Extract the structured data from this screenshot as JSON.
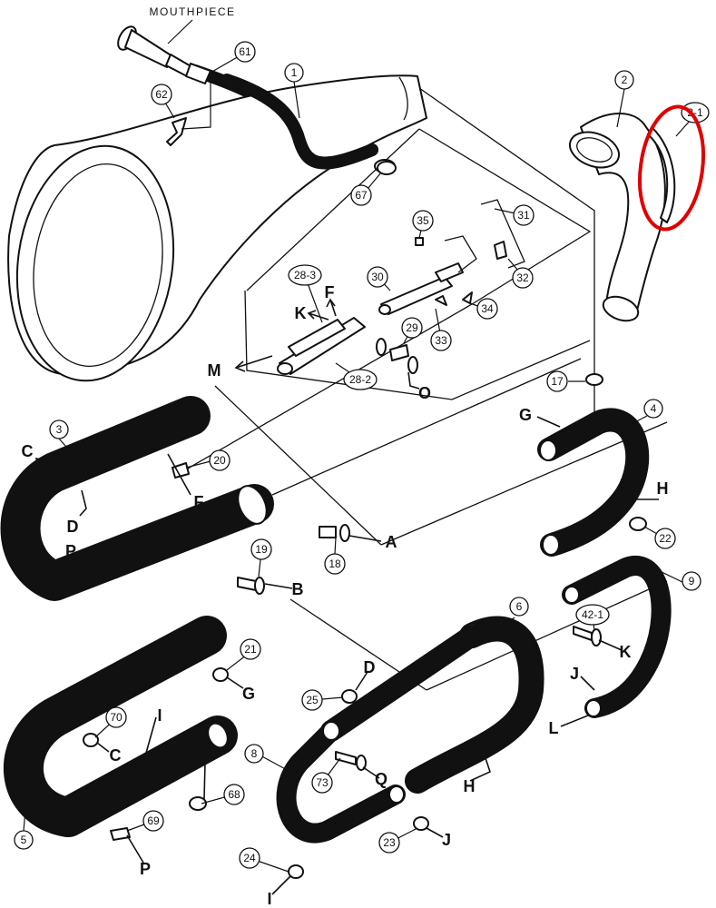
{
  "title": "MOUTHPIECE",
  "highlight_color": "#e00000",
  "callouts": {
    "c1": "1",
    "c2": "2",
    "c2_1": "2-1",
    "c3": "3",
    "c4": "4",
    "c5": "5",
    "c6": "6",
    "c8": "8",
    "c9": "9",
    "c17": "17",
    "c18": "18",
    "c19": "19",
    "c20": "20",
    "c21": "21",
    "c22": "22",
    "c23": "23",
    "c24": "24",
    "c25": "25",
    "c28_2": "28-2",
    "c28_3": "28-3",
    "c29": "29",
    "c30": "30",
    "c31": "31",
    "c32": "32",
    "c33": "33",
    "c34": "34",
    "c35": "35",
    "c42_1": "42-1",
    "c61": "61",
    "c62": "62",
    "c67": "67",
    "c68": "68",
    "c69": "69",
    "c70": "70",
    "c73": "73"
  },
  "letters": {
    "A": "A",
    "B": "B",
    "C": "C",
    "D": "D",
    "F": "F",
    "G": "G",
    "H": "H",
    "I": "I",
    "J": "J",
    "K": "K",
    "L": "L",
    "M": "M",
    "O": "O",
    "P": "P",
    "Q": "Q"
  }
}
